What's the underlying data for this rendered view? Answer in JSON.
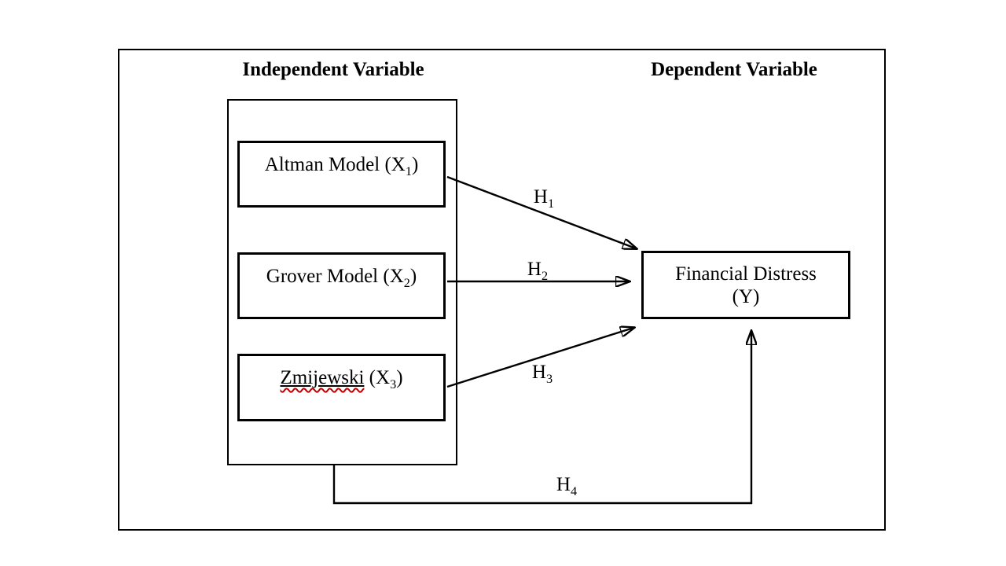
{
  "headings": {
    "independent": "Independent Variable",
    "dependent": "Dependent Variable"
  },
  "boxes": {
    "independent": [
      {
        "id": "altman",
        "underlined": "",
        "pre": "Altman Model (X",
        "sub": "1",
        "post": ")"
      },
      {
        "id": "grover",
        "underlined": "",
        "pre": "Grover Model (X",
        "sub": "2",
        "post": ")"
      },
      {
        "id": "zmijewski",
        "underlined": "Zmijewski",
        "pre": " (X",
        "sub": "3",
        "post": ")"
      }
    ],
    "dependent": {
      "id": "financial-distress",
      "line1": "Financial Distress",
      "line2": "(Y)"
    }
  },
  "connections": [
    {
      "from": "altman",
      "to": "financial-distress",
      "label_base": "H",
      "label_sub": "1"
    },
    {
      "from": "grover",
      "to": "financial-distress",
      "label_base": "H",
      "label_sub": "2"
    },
    {
      "from": "zmijewski",
      "to": "financial-distress",
      "label_base": "H",
      "label_sub": "3"
    },
    {
      "from": "independent-group",
      "to": "financial-distress",
      "label_base": "H",
      "label_sub": "4"
    }
  ],
  "colors": {
    "line": "#000000",
    "text": "#000000",
    "spellcheck": "#c00000",
    "background": "#ffffff"
  }
}
